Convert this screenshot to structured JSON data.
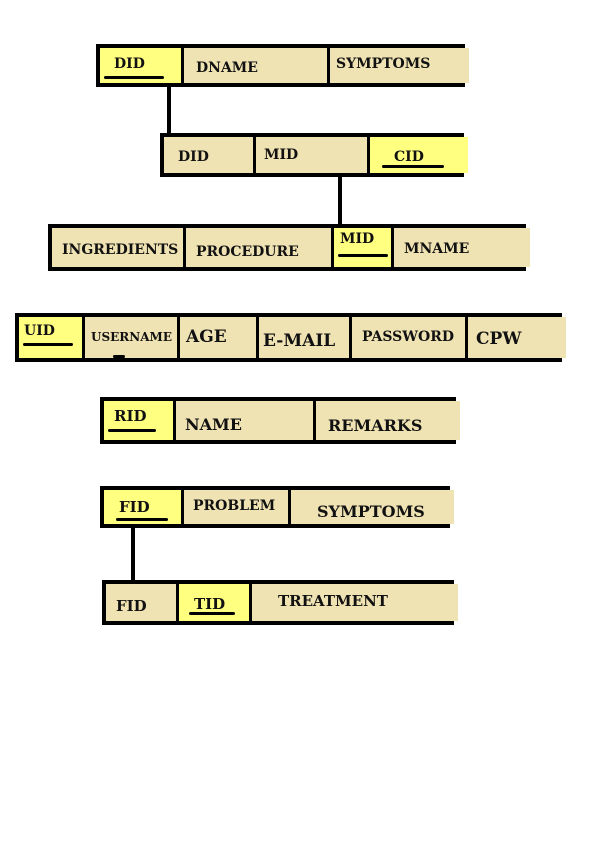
{
  "colors": {
    "key_fill": "#ffff80",
    "attribute_fill": "#efe2b3",
    "border": "#000000"
  },
  "tables": [
    {
      "id": "t1",
      "cells": [
        {
          "label": "DID",
          "key": true
        },
        {
          "label": "DNAME",
          "key": false
        },
        {
          "label": "SYMPTOMS",
          "key": false
        }
      ]
    },
    {
      "id": "t2",
      "cells": [
        {
          "label": "DID",
          "key": false
        },
        {
          "label": "MID",
          "key": false
        },
        {
          "label": "CID",
          "key": true
        }
      ]
    },
    {
      "id": "t3",
      "cells": [
        {
          "label": "INGREDIENTS",
          "key": false
        },
        {
          "label": "PROCEDURE",
          "key": false
        },
        {
          "label": "MID",
          "key": true
        },
        {
          "label": "MNAME",
          "key": false
        }
      ]
    },
    {
      "id": "t4",
      "cells": [
        {
          "label": "UID",
          "key": true
        },
        {
          "label": "USERNAME",
          "key": false
        },
        {
          "label": "AGE",
          "key": false
        },
        {
          "label": "E-MAIL",
          "key": false
        },
        {
          "label": "PASSWORD",
          "key": false
        },
        {
          "label": "CPW",
          "key": false
        }
      ]
    },
    {
      "id": "t5",
      "cells": [
        {
          "label": "RID",
          "key": true
        },
        {
          "label": "NAME",
          "key": false
        },
        {
          "label": "REMARKS",
          "key": false
        }
      ]
    },
    {
      "id": "t6",
      "cells": [
        {
          "label": "FID",
          "key": true
        },
        {
          "label": "PROBLEM",
          "key": false
        },
        {
          "label": "SYMPTOMS",
          "key": false
        }
      ]
    },
    {
      "id": "t7",
      "cells": [
        {
          "label": "FID",
          "key": false
        },
        {
          "label": "TID",
          "key": true
        },
        {
          "label": "TREATMENT",
          "key": false
        }
      ]
    }
  ],
  "connectors": [
    {
      "from": "t1.DID",
      "to": "t2.DID"
    },
    {
      "from": "t2.MID",
      "to": "t3.MID"
    },
    {
      "from": "t6.FID",
      "to": "t7.FID"
    }
  ]
}
